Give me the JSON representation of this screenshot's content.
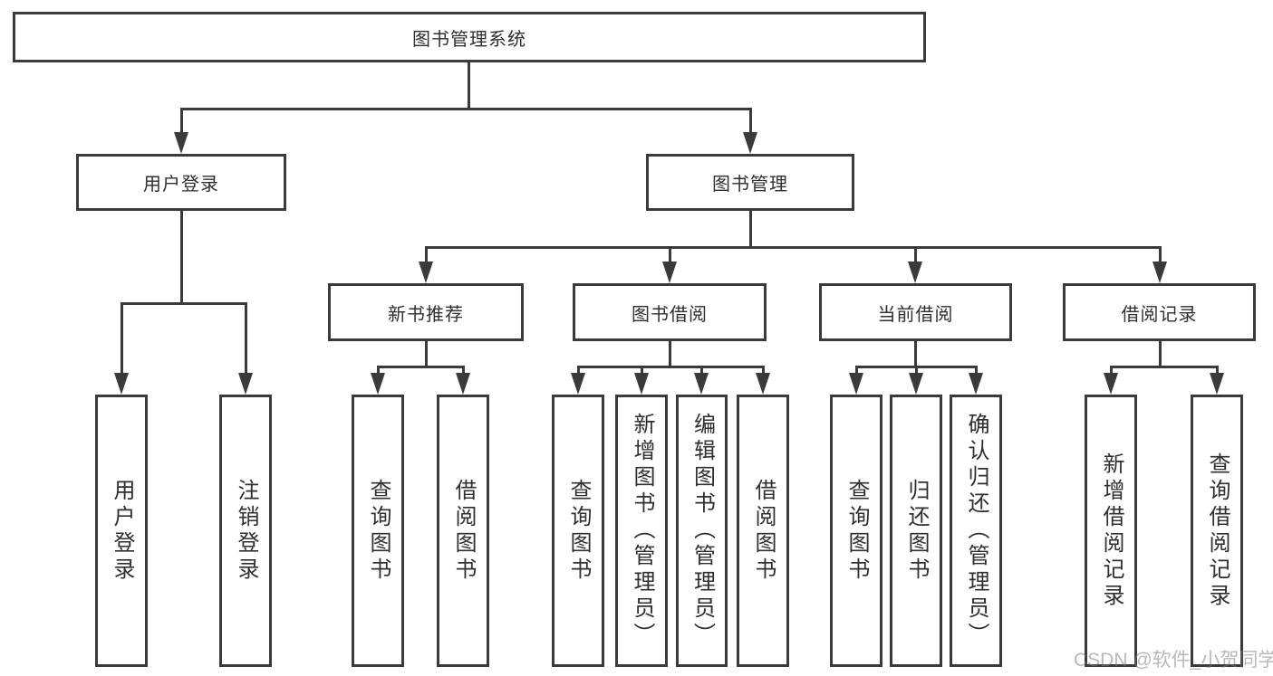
{
  "diagram": {
    "root": "图书管理系统",
    "branches": [
      {
        "label": "用户登录",
        "children": [
          "用户登录",
          "注销登录"
        ]
      },
      {
        "label": "图书管理",
        "groups": [
          {
            "label": "新书推荐",
            "children": [
              "查询图书",
              "借阅图书"
            ]
          },
          {
            "label": "图书借阅",
            "children": [
              "查询图书",
              "新增图书（管理员）",
              "编辑图书（管理员）",
              "借阅图书"
            ]
          },
          {
            "label": "当前借阅",
            "children": [
              "查询图书",
              "归还图书",
              "确认归还（管理员）"
            ]
          },
          {
            "label": "借阅记录",
            "children": [
              "新增借阅记录",
              "查询借阅记录"
            ]
          }
        ]
      }
    ]
  },
  "watermark": "CSDN @软件_小贺同学",
  "colors": {
    "line": "#3a3a3a",
    "text": "#2f2f2f",
    "background": "#ffffff",
    "watermark_gray": "#7d7d7d"
  }
}
